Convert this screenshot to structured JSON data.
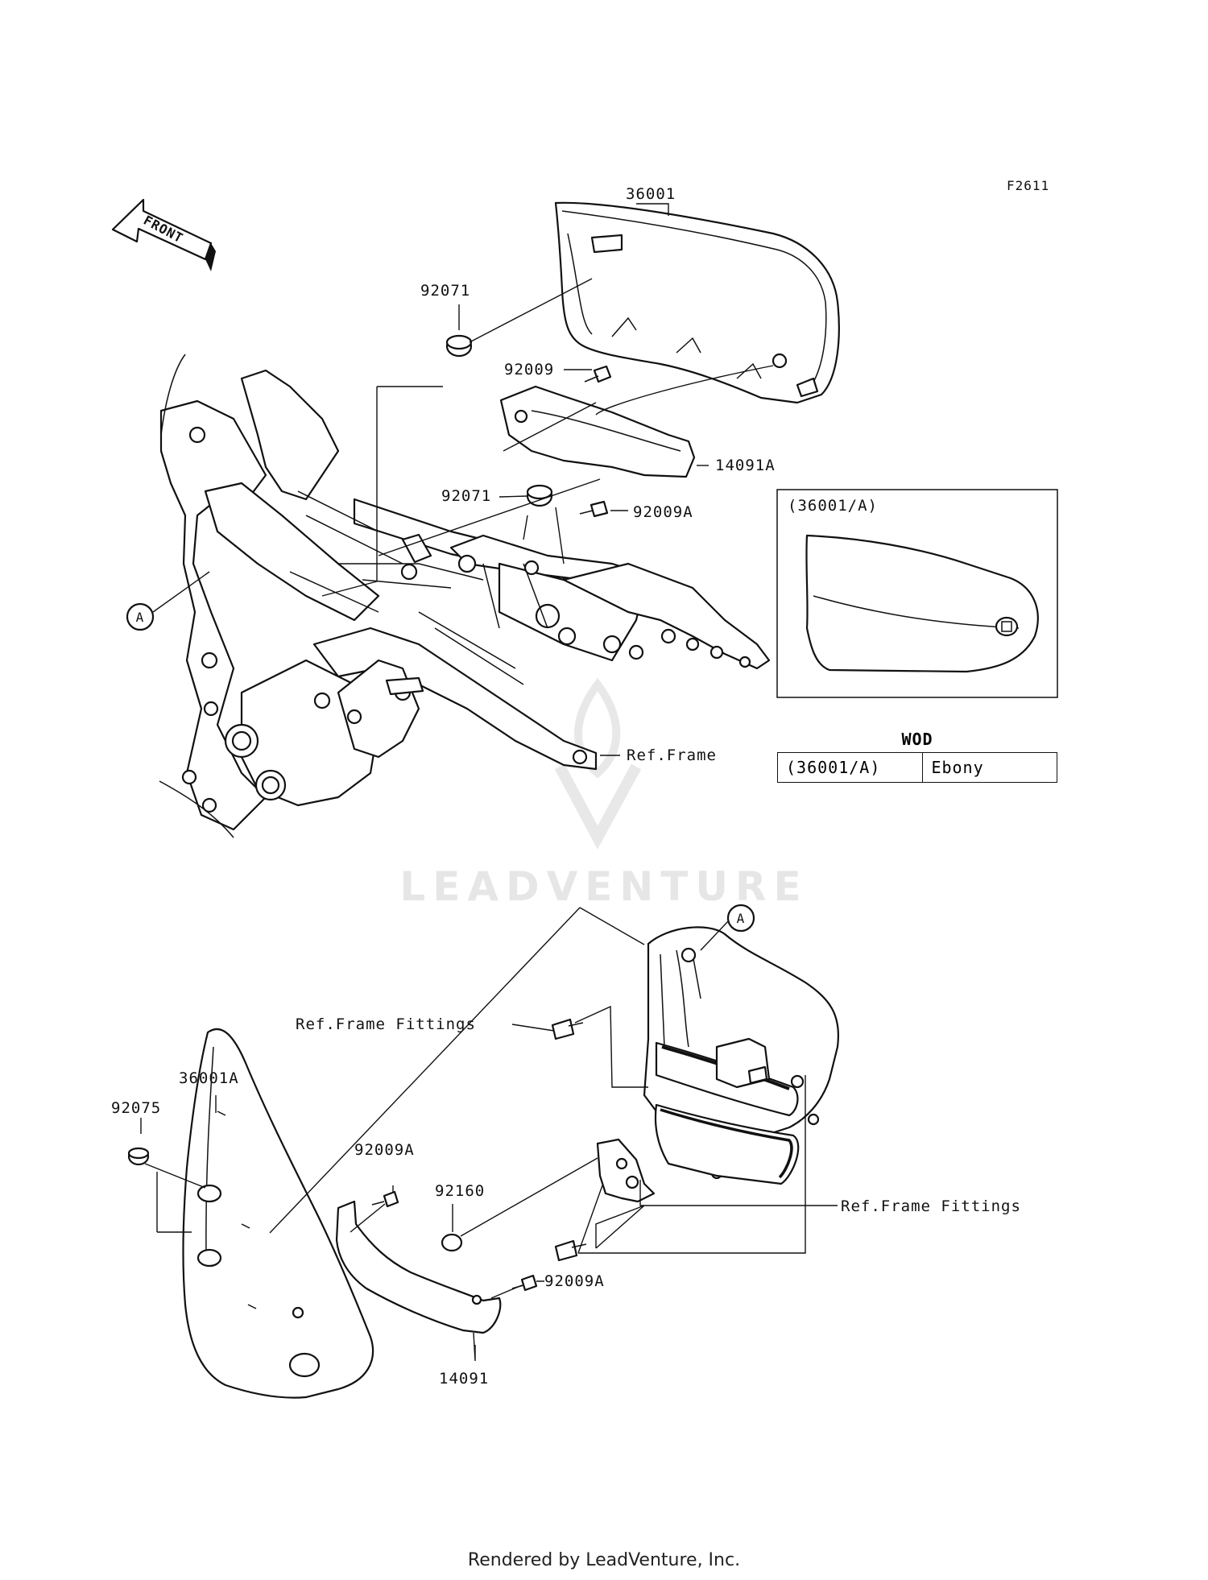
{
  "diagram": {
    "figure_code": "F2611",
    "front_label": "FRONT",
    "watermark": "LEADVENTURE",
    "labels": {
      "p36001": "36001",
      "p92071_top": "92071",
      "p92009": "92009",
      "p14091A": "14091A",
      "p92071_mid": "92071",
      "p92009A_top": "92009A",
      "ref_frame": "Ref.Frame",
      "callout_a_left": "A",
      "callout_a_right": "A",
      "ref_fittings_left": "Ref.Frame Fittings",
      "ref_fittings_right": "Ref.Frame Fittings",
      "p36001A": "36001A",
      "p92075": "92075",
      "p92009A_mid": "92009A",
      "p92160": "92160",
      "p92009A_low": "92009A",
      "p14091": "14091"
    },
    "inset_label": "(36001/A)",
    "color_table": {
      "header": "WOD",
      "rows": [
        {
          "code": "(36001/A)",
          "color": "Ebony"
        }
      ]
    }
  },
  "footer": "Rendered by LeadVenture, Inc."
}
